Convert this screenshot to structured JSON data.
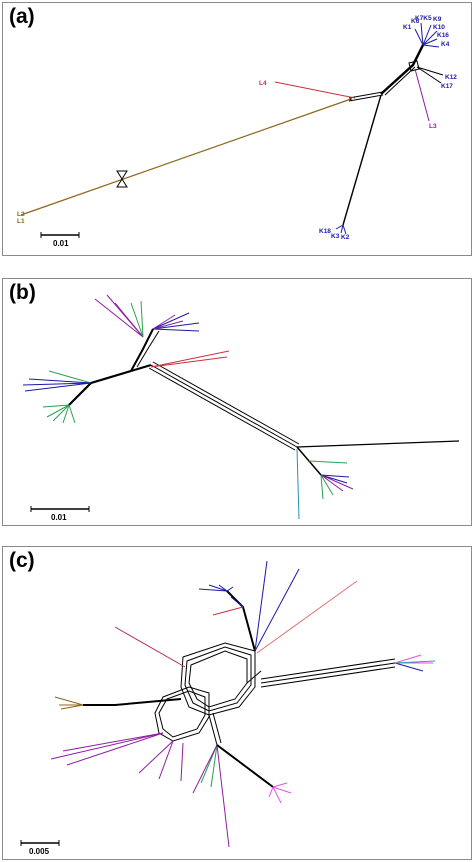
{
  "colors": {
    "blue": "#1a1aa8",
    "red": "#c8323c",
    "purple": "#8c1ea0",
    "olive": "#8c6418",
    "green": "#28a050",
    "teal": "#2890b4",
    "pink": "#e650e6",
    "magenta": "#b428b4"
  },
  "panels": [
    {
      "label": "(a)",
      "scale_label": "0.01",
      "tips": [
        {
          "text": "K7K5",
          "color": "blue"
        },
        {
          "text": "K9",
          "color": "blue"
        },
        {
          "text": "K1",
          "color": "blue"
        },
        {
          "text": "K6",
          "color": "blue"
        },
        {
          "text": "K10",
          "color": "blue"
        },
        {
          "text": "K16",
          "color": "blue"
        },
        {
          "text": "K4",
          "color": "blue"
        },
        {
          "text": "K12",
          "color": "blue"
        },
        {
          "text": "K17",
          "color": "blue"
        },
        {
          "text": "L3",
          "color": "purple"
        },
        {
          "text": "L4",
          "color": "red"
        },
        {
          "text": "L2",
          "color": "olive"
        },
        {
          "text": "L1",
          "color": "olive"
        },
        {
          "text": "K18",
          "color": "blue"
        },
        {
          "text": "K3",
          "color": "blue"
        },
        {
          "text": "K2",
          "color": "blue"
        }
      ]
    },
    {
      "label": "(b)",
      "scale_label": "0.01"
    },
    {
      "label": "(c)",
      "scale_label": "0.005"
    }
  ]
}
